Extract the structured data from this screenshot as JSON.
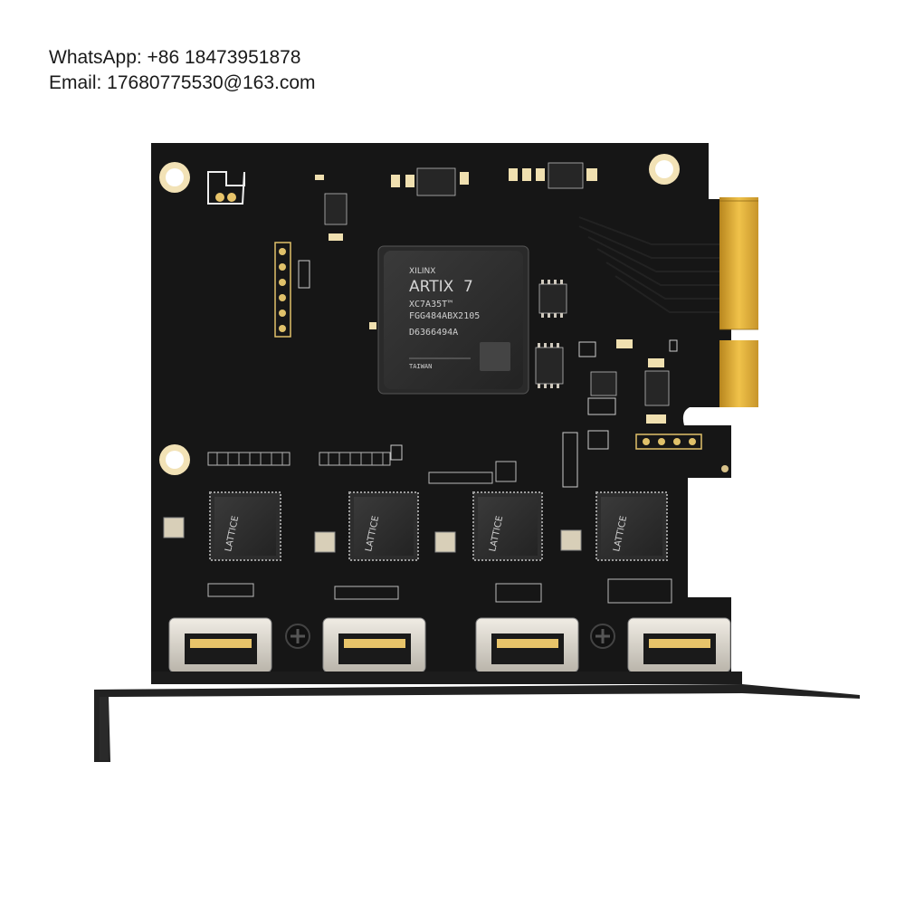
{
  "contact": {
    "whatsapp": "WhatsApp: +86 18473951878",
    "email": "Email: 17680775530@163.com"
  },
  "fpga": {
    "brand": "XILINX",
    "family": "ARTIX",
    "family_suffix": "7",
    "part": "XC7A35T™",
    "package": "FGG484ABX2105",
    "lot": "D6366494A",
    "origin": "TAIWAN"
  },
  "decoder_chip": {
    "brand": "LATTICE"
  },
  "colors": {
    "pcb": "#161616",
    "gold": "#d9a732",
    "bracket": "#1c1c1c",
    "hdmi_shell": "#d8d4cc"
  }
}
